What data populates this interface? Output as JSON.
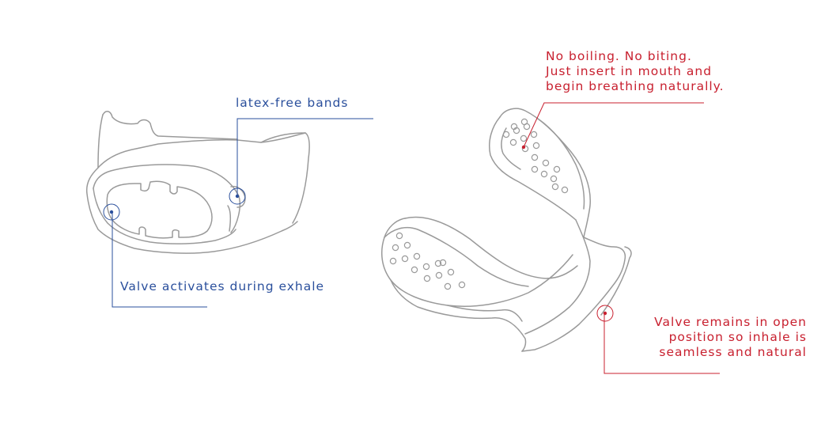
{
  "callouts": {
    "latex": {
      "text": "latex-free bands"
    },
    "valve_exhale": {
      "text": "Valve activates during exhale"
    },
    "no_boiling": {
      "lines": [
        "No boiling. No biting.",
        "Just insert in mouth and",
        "begin breathing naturally."
      ]
    },
    "valve_open": {
      "lines": [
        "Valve remains in open",
        "position so inhale is",
        "seamless and natural"
      ]
    }
  },
  "colors": {
    "outline": "#9a9a9a",
    "blue": "#2a4f9c",
    "red": "#c8202f",
    "background": "#ffffff"
  }
}
